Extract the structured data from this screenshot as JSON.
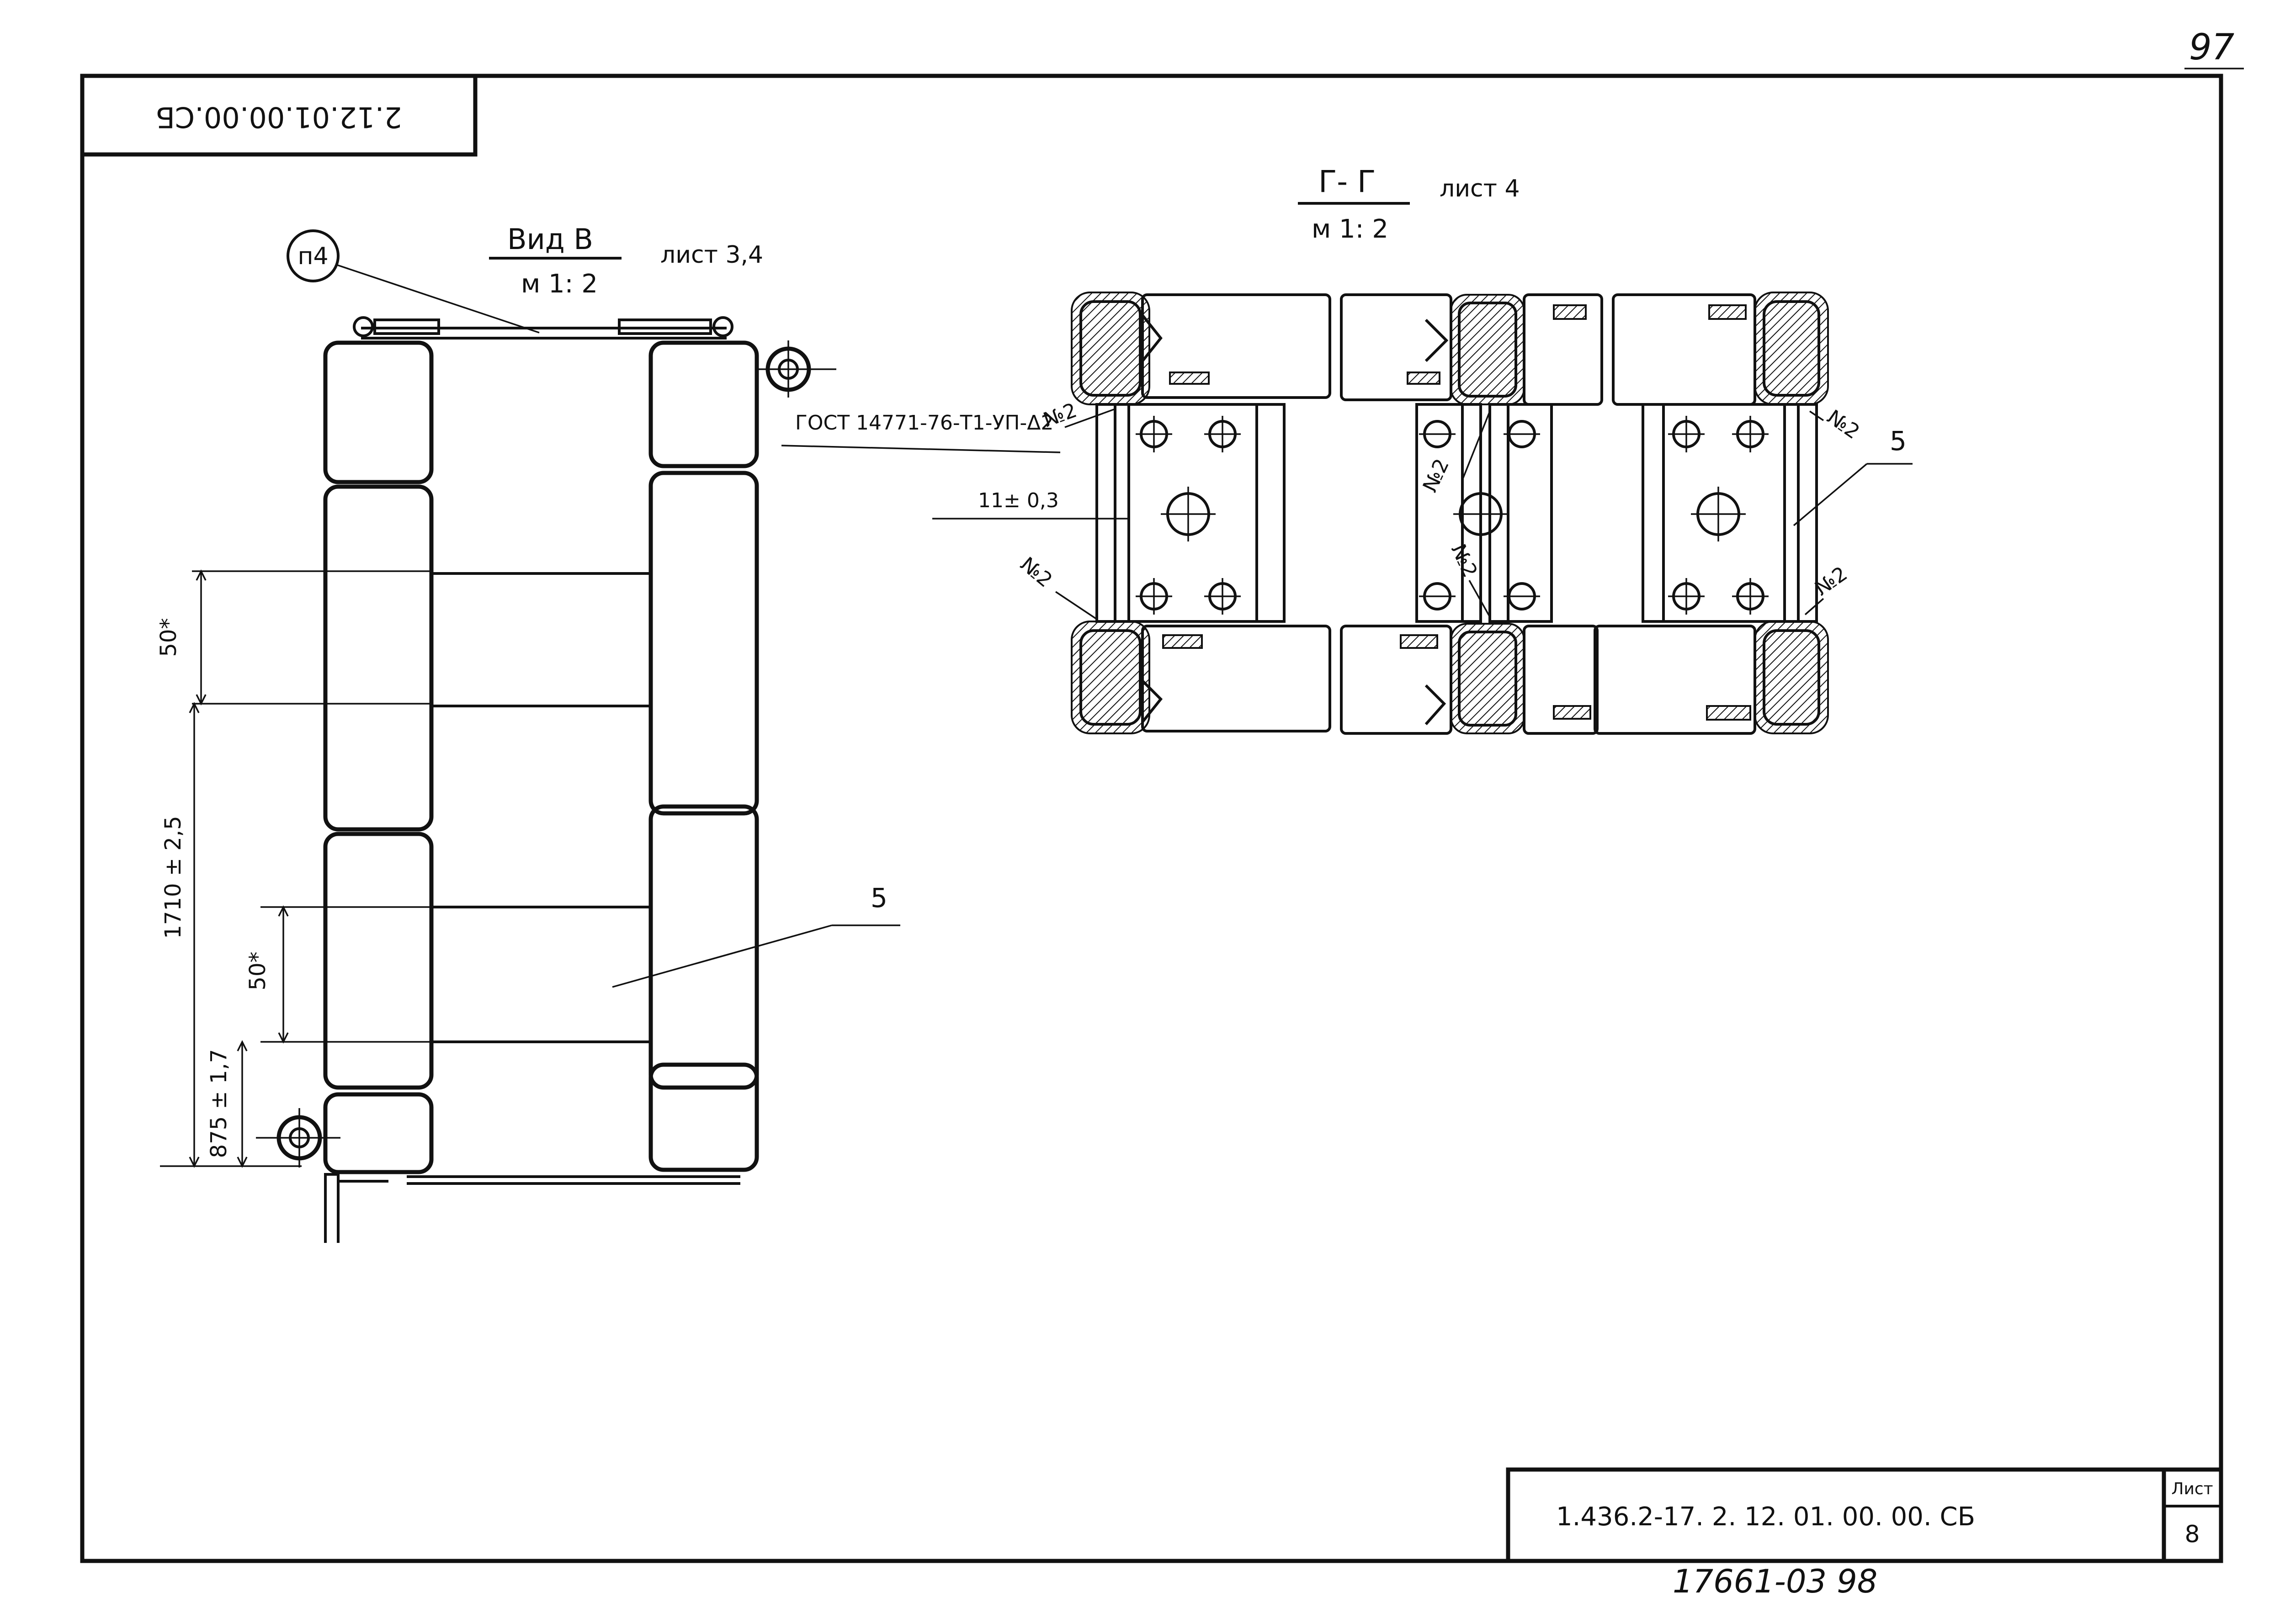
{
  "page_number": "97",
  "top_left_stamp": "2.12.01.00.00.СБ",
  "view_b": {
    "title": "Вид В",
    "scale": "м 1: 2",
    "sheet_ref": "лист 3,4",
    "position_callout": "п4"
  },
  "section_gg": {
    "title": "Г- Г",
    "scale": "м 1: 2",
    "sheet_ref": "лист 4"
  },
  "annotations": {
    "gost": "ГОСТ 14771-76-Т1-УП-Δ2",
    "weld": "№2",
    "dim_11": "11± 0,3",
    "part_5": "5"
  },
  "dimensions": {
    "d50_top": "50*",
    "d1710": "1710 ± 2,5",
    "d50_bottom": "50*",
    "d875": "875 ± 1,7"
  },
  "title_block": {
    "doc_number": "1.436.2-17. 2. 12. 01. 00. 00. СБ",
    "sheet_label": "Лист",
    "sheet_number": "8"
  },
  "footer_code": "17661-03 98"
}
